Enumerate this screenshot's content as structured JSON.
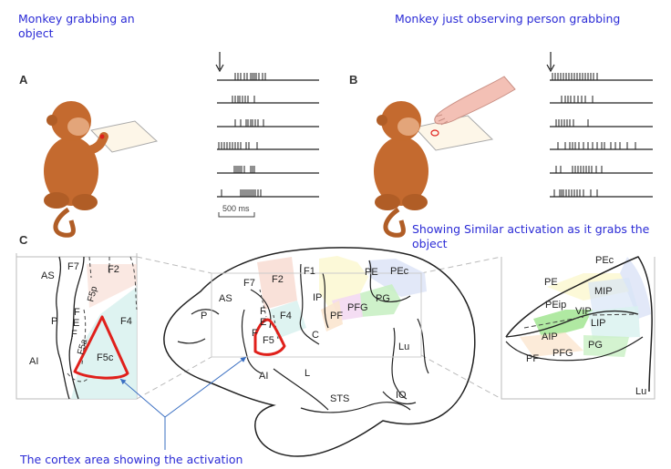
{
  "captions": {
    "grab": "Monkey grabbing an object",
    "observe": "Monkey just observing person grabbing",
    "similar": "Showing Similar activation as it grabs the object",
    "cortex": "The cortex area showing the activation"
  },
  "panels": {
    "a": "A",
    "b": "B",
    "c": "C"
  },
  "scale_bar": "500 ms",
  "left_inset_labels": [
    "AS",
    "F7",
    "F2",
    "P",
    "F",
    "E",
    "F",
    "F5p",
    "F5a",
    "F4",
    "F5c",
    "AI"
  ],
  "brain_labels": [
    "F7",
    "F2",
    "F1",
    "AS",
    "P",
    "F",
    "E",
    "F",
    "F4",
    "F5",
    "IP",
    "C",
    "PE",
    "PEc",
    "PFG",
    "PG",
    "PF",
    "Lu",
    "L",
    "AI",
    "STS",
    "IO"
  ],
  "right_inset_labels": [
    "PEc",
    "PE",
    "MIP",
    "PEip",
    "VIP",
    "LIP",
    "AIP",
    "PFG",
    "PG",
    "PF",
    "Lu"
  ],
  "colors": {
    "caption": "#2b2bd6",
    "highlight": "#e0201b",
    "arrow": "#3a6fc2",
    "monkey": "#c46a2f",
    "arm": "#f3c0b5",
    "F2": "#f7d9cf",
    "F4": "#d8f1ef",
    "PF": "#fbe6cf",
    "PFG": "#f3d9f2",
    "PG": "#c9f0c4",
    "PE": "#fcf8d4",
    "PEc": "#dfe6f7",
    "VIP": "#8fe07a"
  }
}
